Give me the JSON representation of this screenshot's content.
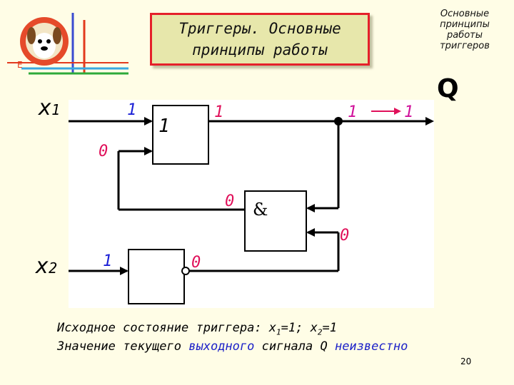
{
  "title": "Триггеры. Основные принципы работы",
  "title_lines": [
    "Триггеры. Основные",
    "принципы работы"
  ],
  "corner_note_lines": [
    "Основные",
    "принципы",
    "работы",
    "триггеров"
  ],
  "output_label": "Q",
  "inputs": {
    "x1": "x",
    "x1_sub": "1",
    "x2": "x",
    "x2_sub": "2"
  },
  "gates": {
    "top_gate": "1",
    "and_gate": "&"
  },
  "signals": {
    "x1_in": "1",
    "top_out": "1",
    "feedback_top_in": "0",
    "and_in_top": "0",
    "node_val": "1",
    "q_val": "1",
    "and_in_bottom": "0",
    "x2_in": "1",
    "bottom_out": "0"
  },
  "notes": {
    "line1_prefix": "Исходное состояние триггера: x",
    "line1_sub1": "1",
    "line1_mid": "=1; x",
    "line1_sub2": "2",
    "line1_end": "=1",
    "line2_prefix": "Значение текущего ",
    "line2_highlight": "выходного",
    "line2_mid": " сигнала Q ",
    "line2_end": "неизвестно"
  },
  "page_number": "20",
  "colors": {
    "title_fill": "#e7e7ab",
    "title_border": "#e5202a",
    "bit_blue": "#1a1fd6",
    "bit_red": "#e0105a",
    "bit_magenta": "#d0109a"
  }
}
